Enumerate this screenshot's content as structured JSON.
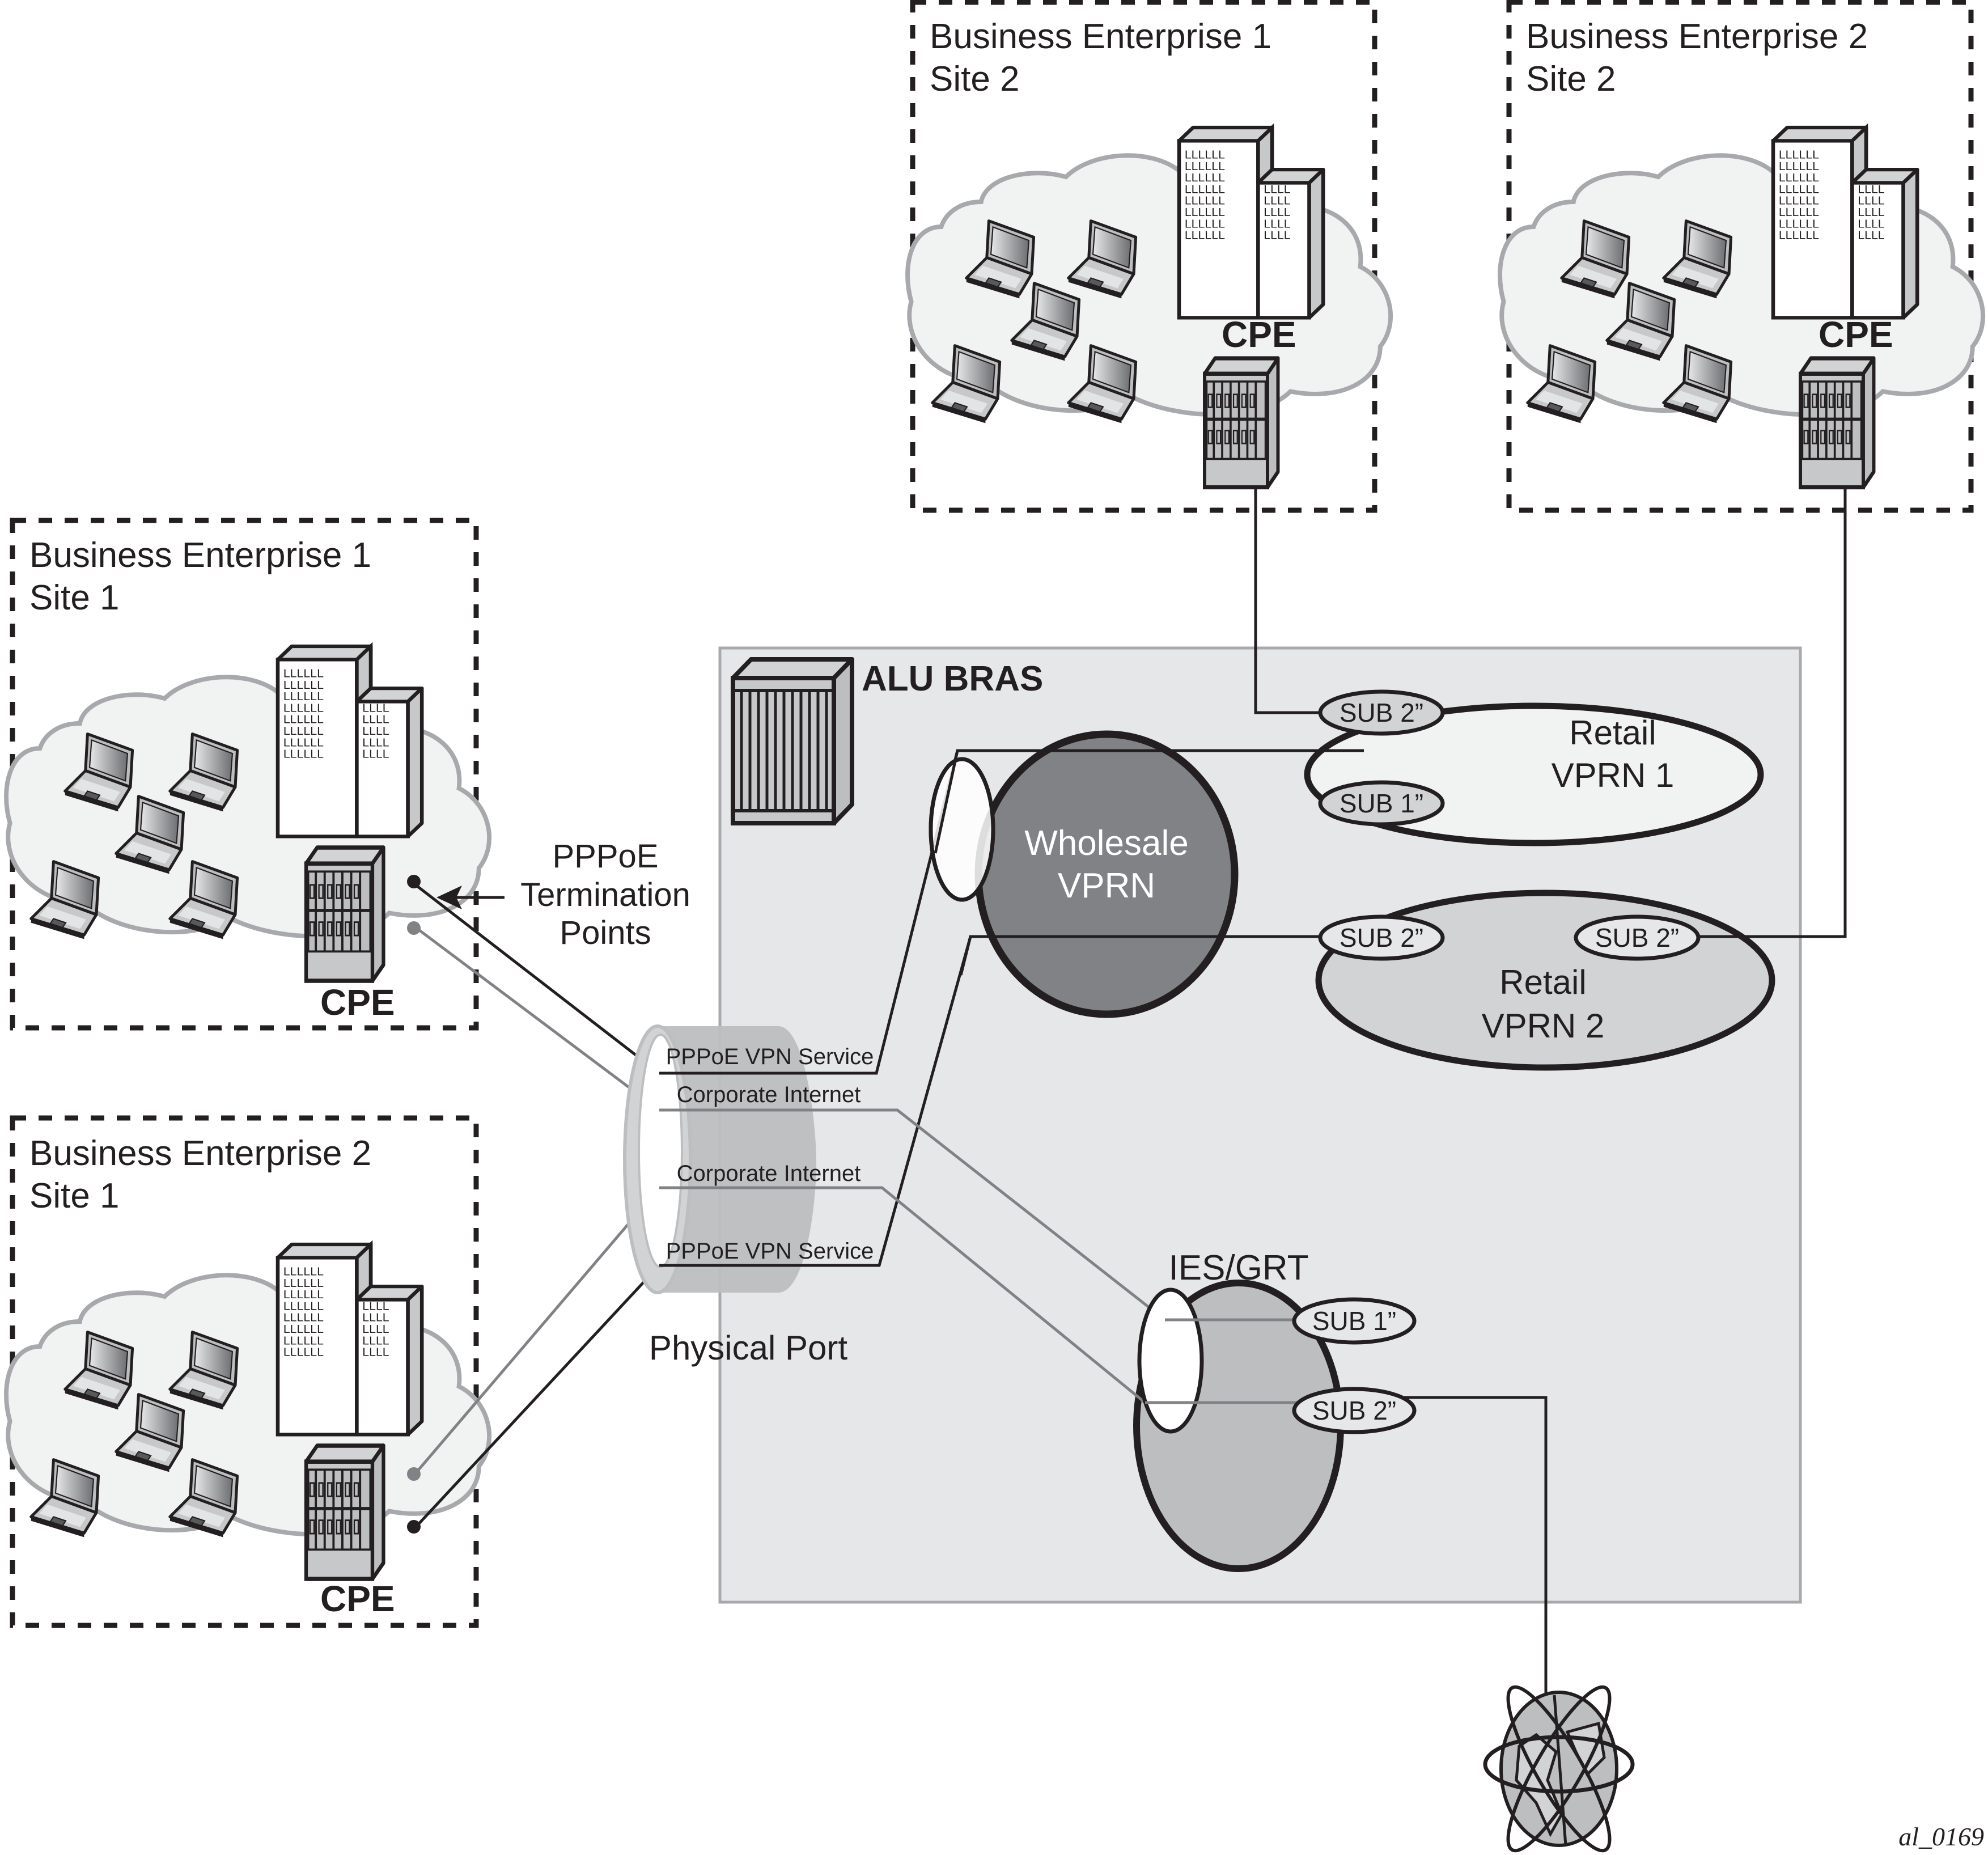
{
  "figure_id": "al_0169",
  "colors": {
    "ink": "#231f20",
    "bras_panel": "#e6e7e9",
    "bras_panel_border": "#a7a9ac",
    "cloud_fill": "#f1f2f2",
    "cloud_border": "#a7a9ac",
    "wholesale_vprn": "#808285",
    "retail_vprn1": "#f1f2f2",
    "retail_vprn2": "#d1d3d4",
    "ies_grt": "#bcbec0",
    "port": "#bcbec0",
    "corporate_line": "#808285",
    "pppoe_line": "#231f20"
  },
  "sites": [
    {
      "id": "be1-site2",
      "title_line1": "Business Enterprise 1",
      "title_line2": "Site 2",
      "cpe_label": "CPE"
    },
    {
      "id": "be2-site2",
      "title_line1": "Business Enterprise 2",
      "title_line2": "Site 2",
      "cpe_label": "CPE"
    },
    {
      "id": "be1-site1",
      "title_line1": "Business Enterprise 1",
      "title_line2": "Site 1",
      "cpe_label": "CPE"
    },
    {
      "id": "be2-site1",
      "title_line1": "Business Enterprise 2",
      "title_line2": "Site 1",
      "cpe_label": "CPE"
    }
  ],
  "bras": {
    "title": "ALU BRAS",
    "wholesale": {
      "line1": "Wholesale",
      "line2": "VPRN"
    },
    "retail1": {
      "line1": "Retail",
      "line2": "VPRN 1",
      "subs": [
        "SUB 2”",
        "SUB 1”"
      ]
    },
    "retail2": {
      "line1": "Retail",
      "line2": "VPRN 2",
      "subs": [
        "SUB 2”",
        "SUB 2”"
      ]
    },
    "ies": {
      "title": "IES/GRT",
      "subs": [
        "SUB 1”",
        "SUB 2”"
      ]
    }
  },
  "annotation": {
    "line1": "PPPoE",
    "line2": "Termination",
    "line3": "Points"
  },
  "port": {
    "label": "Physical Port",
    "links": [
      "PPPoE VPN Service",
      "Corporate Internet",
      "Corporate Internet",
      "PPPoE VPN Service"
    ]
  },
  "internet": {
    "icon": "globe-icon"
  }
}
